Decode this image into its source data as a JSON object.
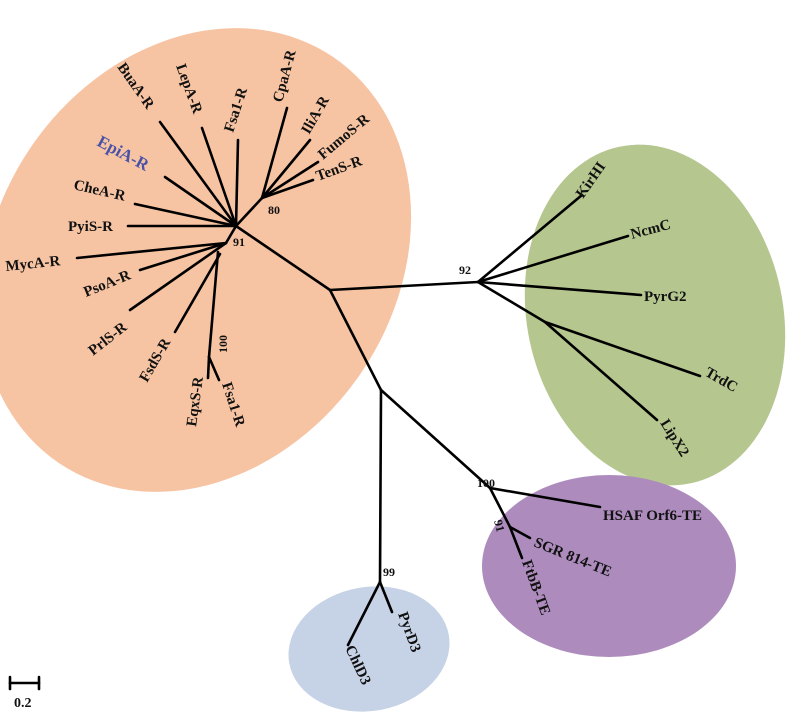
{
  "tree": {
    "clade_colors": {
      "orange": "#f7c4a3",
      "green": "#b5c68f",
      "purple": "#ad8cbd",
      "blue": "#c6d2e6"
    },
    "highlight_color": "#4a52a8",
    "leaves": {
      "buaA": "BuaA-R",
      "lepA": "LepA-R",
      "fsa1Top": "Fsa1-R",
      "cpaA": "CpaA-R",
      "iliA": "IliA-R",
      "fumoS": "FumoS-R",
      "tenS": "TenS-R",
      "epiA": "EpiA-R",
      "cheA": "CheA-R",
      "pyiS": "PyiS-R",
      "mycA": "MycA-R",
      "psoA": "PsoA-R",
      "prlS": "PrlS-R",
      "fsdS": "FsdS-R",
      "eqxS": "EqxS-R",
      "fsa1Bottom": "Fsa1-R",
      "kirHI": "KirHI",
      "ncmC": "NcmC",
      "pyrG2": "PyrG2",
      "trdC": "TrdC",
      "lipX2": "LipX2",
      "hsaf": "HSAF Orf6-TE",
      "sgr": "SGR 814-TE",
      "ftbB": "FtbB-TE",
      "pyrD3": "PyrD3",
      "chlD3": "ChlD3"
    },
    "bootstrap": {
      "b80": "80",
      "b91a": "91",
      "b100a": "100",
      "b92": "92",
      "b100b": "100",
      "b91b": "91",
      "b99": "99"
    },
    "scale": {
      "label": "0.2"
    }
  }
}
